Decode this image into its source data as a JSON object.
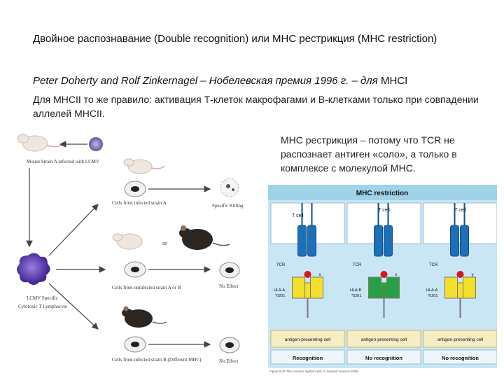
{
  "title": "Двойное распознавание (Double recognition) или МНС рестрикция (MHC restriction)",
  "credit": {
    "italic": "Peter Doherty and Rolf Zinkernagel – Нобелевская премия 1996 г. – для",
    "upright": " MHCI"
  },
  "mhcii_note": "Для MHCII то же правило: активация Т-клеток макрофагами и В-клетками только при совпадении аллелей MHCII.",
  "restriction_note": "МНС рестрикция – потому что TCR не распознает антиген «соло», а только в комплексе с молекулой МНС.",
  "experiment": {
    "mouse_label": "Mouse Strain A infected with LCMV",
    "cells_a": "Cells from infected strain A",
    "specific_killing": "Specific Killing",
    "or": "or",
    "cells_uninfected": "Cells from uninfected strain A or B",
    "no_effect_1": "No Effect",
    "lymphocyte_1": "LCMV Specific",
    "lymphocyte_2": "Cytotoxic T Lymphocyte",
    "cells_b": "Cells from infected strain B (Different MHC)",
    "no_effect_2": "No Effect"
  },
  "mhc_figure": {
    "title": "MHC restriction",
    "panels": [
      {
        "tcell": "T cell",
        "tcr": "TCR",
        "hla_1": "HLA-A",
        "hla_2": "*0201",
        "peptide": "x",
        "bottom": "Recognition",
        "mhc_color": "#f4e02a"
      },
      {
        "tcell": "T cell",
        "tcr": "TCR",
        "hla_1": "HLA-B",
        "hla_2": "*5201",
        "peptide": "x",
        "bottom": "No recognition",
        "mhc_color": "#27a045"
      },
      {
        "tcell": "T cell",
        "tcr": "TCR",
        "hla_1": "HLA-A",
        "hla_2": "*0201",
        "peptide": "y",
        "bottom": "No recognition",
        "mhc_color": "#f4e02a"
      }
    ],
    "apc_label": "antigen-presenting cell",
    "caption": "Figure 5-31 The Immune System 3ed. © Garland Science 2009"
  }
}
